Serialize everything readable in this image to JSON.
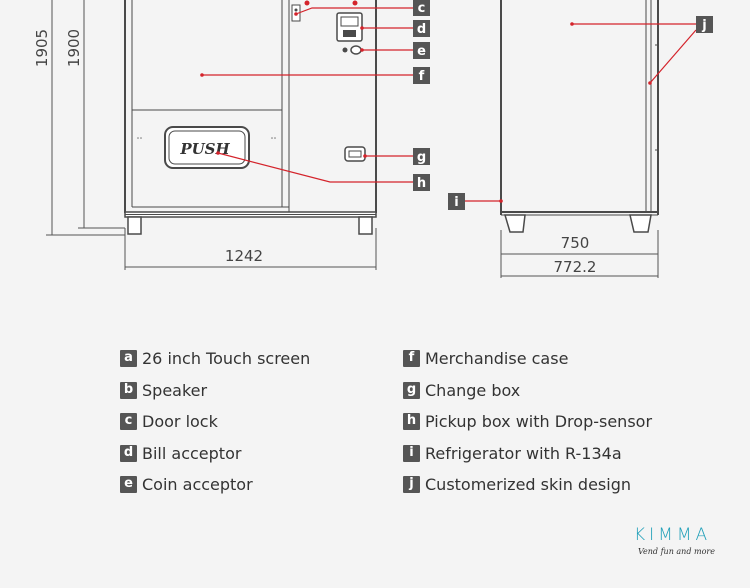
{
  "dimensions": {
    "height_outer": "1905",
    "height_inner": "1900",
    "front_width": "1242",
    "side_inner_width": "750",
    "side_outer_width": "772.2"
  },
  "panel_text": {
    "push": "PUSH"
  },
  "callout_tags": {
    "c": "c",
    "d": "d",
    "e": "e",
    "f": "f",
    "g": "g",
    "h": "h",
    "i": "i",
    "j": "j"
  },
  "legend": {
    "left": [
      {
        "letter": "a",
        "text": "26 inch Touch screen"
      },
      {
        "letter": "b",
        "text": "Speaker"
      },
      {
        "letter": "c",
        "text": "Door lock"
      },
      {
        "letter": "d",
        "text": "Bill acceptor"
      },
      {
        "letter": "e",
        "text": "Coin acceptor"
      }
    ],
    "right": [
      {
        "letter": "f",
        "text": "Merchandise case"
      },
      {
        "letter": "g",
        "text": "Change box"
      },
      {
        "letter": "h",
        "text": "Pickup box with Drop-sensor"
      },
      {
        "letter": "i",
        "text": "Refrigerator with R-134a"
      },
      {
        "letter": "j",
        "text": "Customerized skin design"
      }
    ]
  },
  "brand": {
    "logo_text": "KIMMA",
    "slogan": "Vend fun and more"
  },
  "colors": {
    "background": "#f4f4f4",
    "line": "#4a4a4a",
    "callout": "#d4232b",
    "tag": "#555555",
    "brand": "#1f9fb8"
  }
}
